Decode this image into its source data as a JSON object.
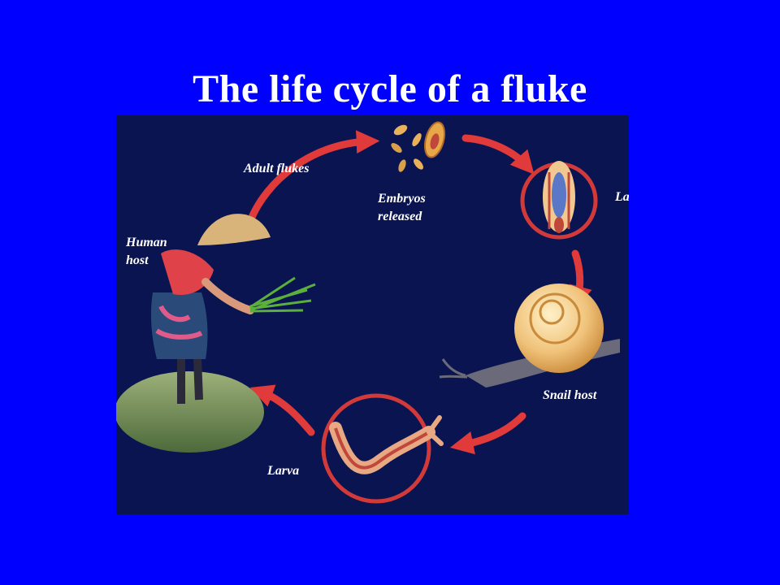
{
  "slide": {
    "title": "The life cycle of a fluke"
  },
  "diagram": {
    "labels": {
      "adult_flukes": "Adult flukes",
      "embryos_line1": "Embryos",
      "embryos_line2": "released",
      "larva_top": "Larva",
      "human_line1": "Human",
      "human_line2": "host",
      "snail_host": "Snail host",
      "larva_bottom": "Larva"
    },
    "colors": {
      "background": "#0000ff",
      "panel": "#0a1450",
      "arrow": "#e03a3a",
      "circle": "#d23a3a",
      "text": "#ffffff"
    }
  }
}
